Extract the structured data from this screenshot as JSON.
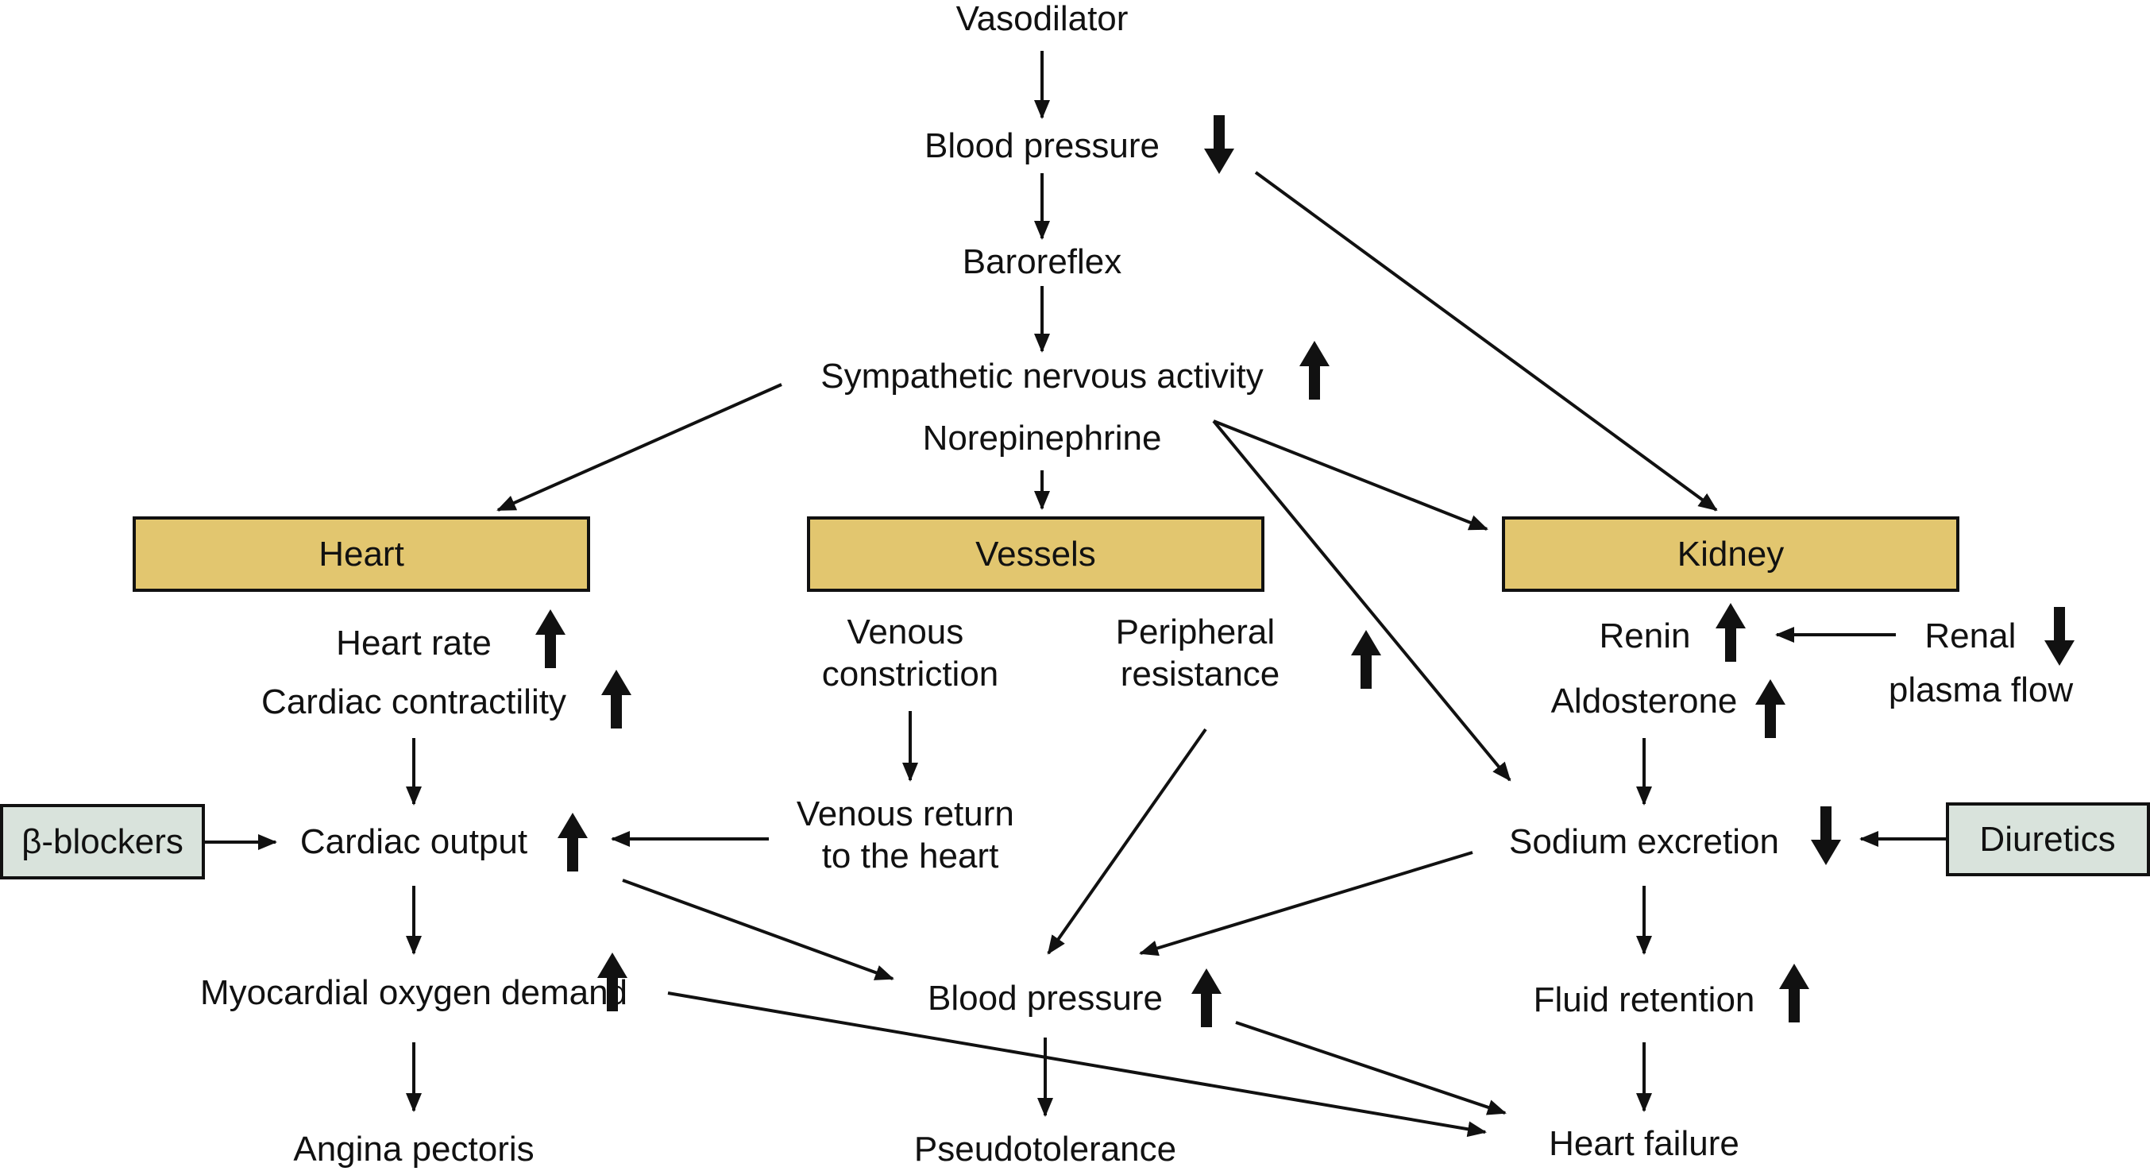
{
  "colors": {
    "organ_box": "#e2c66f",
    "drug_box": "#d9e3dc",
    "ink": "#111111"
  },
  "nodes": {
    "vasodilator": "Vasodilator",
    "blood_pressure_top": "Blood pressure",
    "baroreflex": "Baroreflex",
    "sympathetic": "Sympathetic nervous activity",
    "norepinephrine": "Norepinephrine",
    "heart": "Heart",
    "vessels": "Vessels",
    "kidney": "Kidney",
    "heart_rate": "Heart rate",
    "cardiac_contractility": "Cardiac contractility",
    "venous_constriction": [
      "Venous",
      "constriction"
    ],
    "peripheral_resistance": [
      "Peripheral",
      "resistance"
    ],
    "renin": "Renin",
    "renal_plasma_flow": [
      "Renal",
      "plasma flow"
    ],
    "aldosterone": "Aldosterone",
    "beta_blockers": "β-blockers",
    "cardiac_output": "Cardiac output",
    "venous_return": [
      "Venous return",
      "to the heart"
    ],
    "sodium_excretion": "Sodium excretion",
    "diuretics": "Diuretics",
    "myocardial_oxygen_demand": "Myocardial oxygen demand",
    "blood_pressure_bottom": "Blood pressure",
    "fluid_retention": "Fluid retention",
    "angina_pectoris": "Angina pectoris",
    "pseudotolerance": "Pseudotolerance",
    "heart_failure": "Heart failure"
  },
  "indicators": {
    "blood_pressure_top": "down",
    "sympathetic": "up",
    "heart_rate": "up",
    "cardiac_contractility": "up",
    "peripheral_resistance": "up",
    "renin": "up",
    "renal_plasma_flow": "down",
    "aldosterone": "up",
    "cardiac_output": "up",
    "sodium_excretion": "down",
    "myocardial_oxygen_demand": "up",
    "blood_pressure_bottom": "up",
    "fluid_retention": "up"
  }
}
